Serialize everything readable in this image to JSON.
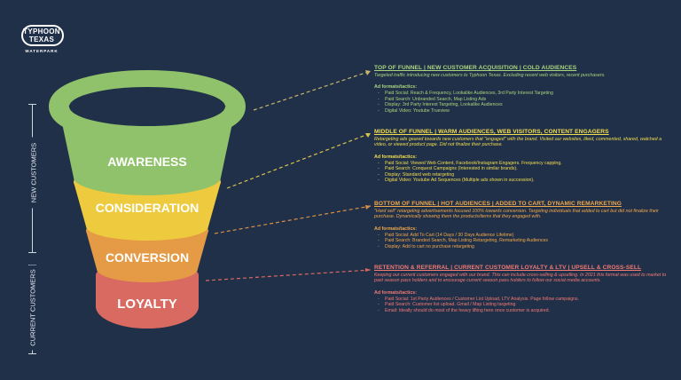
{
  "logo": {
    "brand": "TYPHOON TEXAS",
    "sub": "WATERPARK"
  },
  "side_labels": {
    "new": "NEW CUSTOMERS",
    "current": "CURRENT CUSTOMERS"
  },
  "stages": [
    {
      "label": "AWARENESS",
      "color": "#8fc26a"
    },
    {
      "label": "CONSIDERATION",
      "color": "#eecb3e"
    },
    {
      "label": "CONVERSION",
      "color": "#e59a46"
    },
    {
      "label": "LOYALTY",
      "color": "#d86a62"
    }
  ],
  "blocks": [
    {
      "heading": "TOP OF FUNNEL | NEW CUSTOMER ACQUISITION | COLD AUDIENCES",
      "description": "Targeted traffic introducing new customers to Typhoon Texas. Excluding recent web visitors, recent purchasers.",
      "formats_label": "Ad formats/tactics:",
      "items": [
        "Paid Social: Reach & Frequency, Lookalike Audiences, 3rd Party Interest Targeting",
        "Paid Search: Unbranded Search, Map Listing Ads",
        "Display: 3rd Party Interest Targeting, Lookalike Audiences",
        "Digital Video: Youtube Trueview"
      ]
    },
    {
      "heading": "MIDDLE OF FUNNEL | WARM AUDIENCES, WEB VISITORS, CONTENT ENGAGERS",
      "description": "Retargeting ads geared towards new customers that \"engaged\" with the brand. Visited our websites, liked, commented, shared, watched a video, or viewed product page. Did not finalize their purchase.",
      "formats_label": "Ad formats/tactics:",
      "items": [
        "Paid Social: Viewed Web Content, Facebook/Instagram Engagers. Frequency capping.",
        "Paid Search: Conquest Campaigns (Interested in similar brands).",
        "Display: Standard web retargeting",
        "Digital Video: Youtube Ad Sequences (Multiple ads shown in succession)."
      ]
    },
    {
      "heading": "BOTTOM OF FUNNEL | HOT AUDIENCES | ADDED TO CART, DYNAMIC REMARKETING",
      "description": "\"Hard sell\" retargeting advertisements focused 100% towards conversion. Targeting individuals that added to cart but did not finalize their purchase. Dynamically showing them the products/items that they engaged with.",
      "formats_label": "Ad formats/tactics:",
      "items": [
        "Paid Social: Add To Cart (14 Days / 30 Days Audience Lifetime)",
        "Paid Search: Branded Search, Map Listing Retargeting, Remarketing Audiences",
        "Display: Add to cart no purchase retargeting"
      ]
    },
    {
      "heading": "RETENTION & REFERRAL | CURRENT CUSTOMER LOYALTY & LTV | UPSELL & CROSS-SELL",
      "description": "Keeping our current customers engaged with our brand. This can include cross-selling & upselling. In 2021 this format was used to market to past season pass holders and to encourage current season pass holders to follow our social media accounts.",
      "formats_label": "Ad formats/tactics:",
      "items": [
        "Paid Social: 1st Party Audiences / Customer List Upload, LTV Analysis. Page follow campaigns.",
        "Paid Search: Customer list upload. Gmail / Map Listing targeting",
        "Email: Ideally should do most of the heavy lifting here once customer is acquired."
      ]
    }
  ]
}
